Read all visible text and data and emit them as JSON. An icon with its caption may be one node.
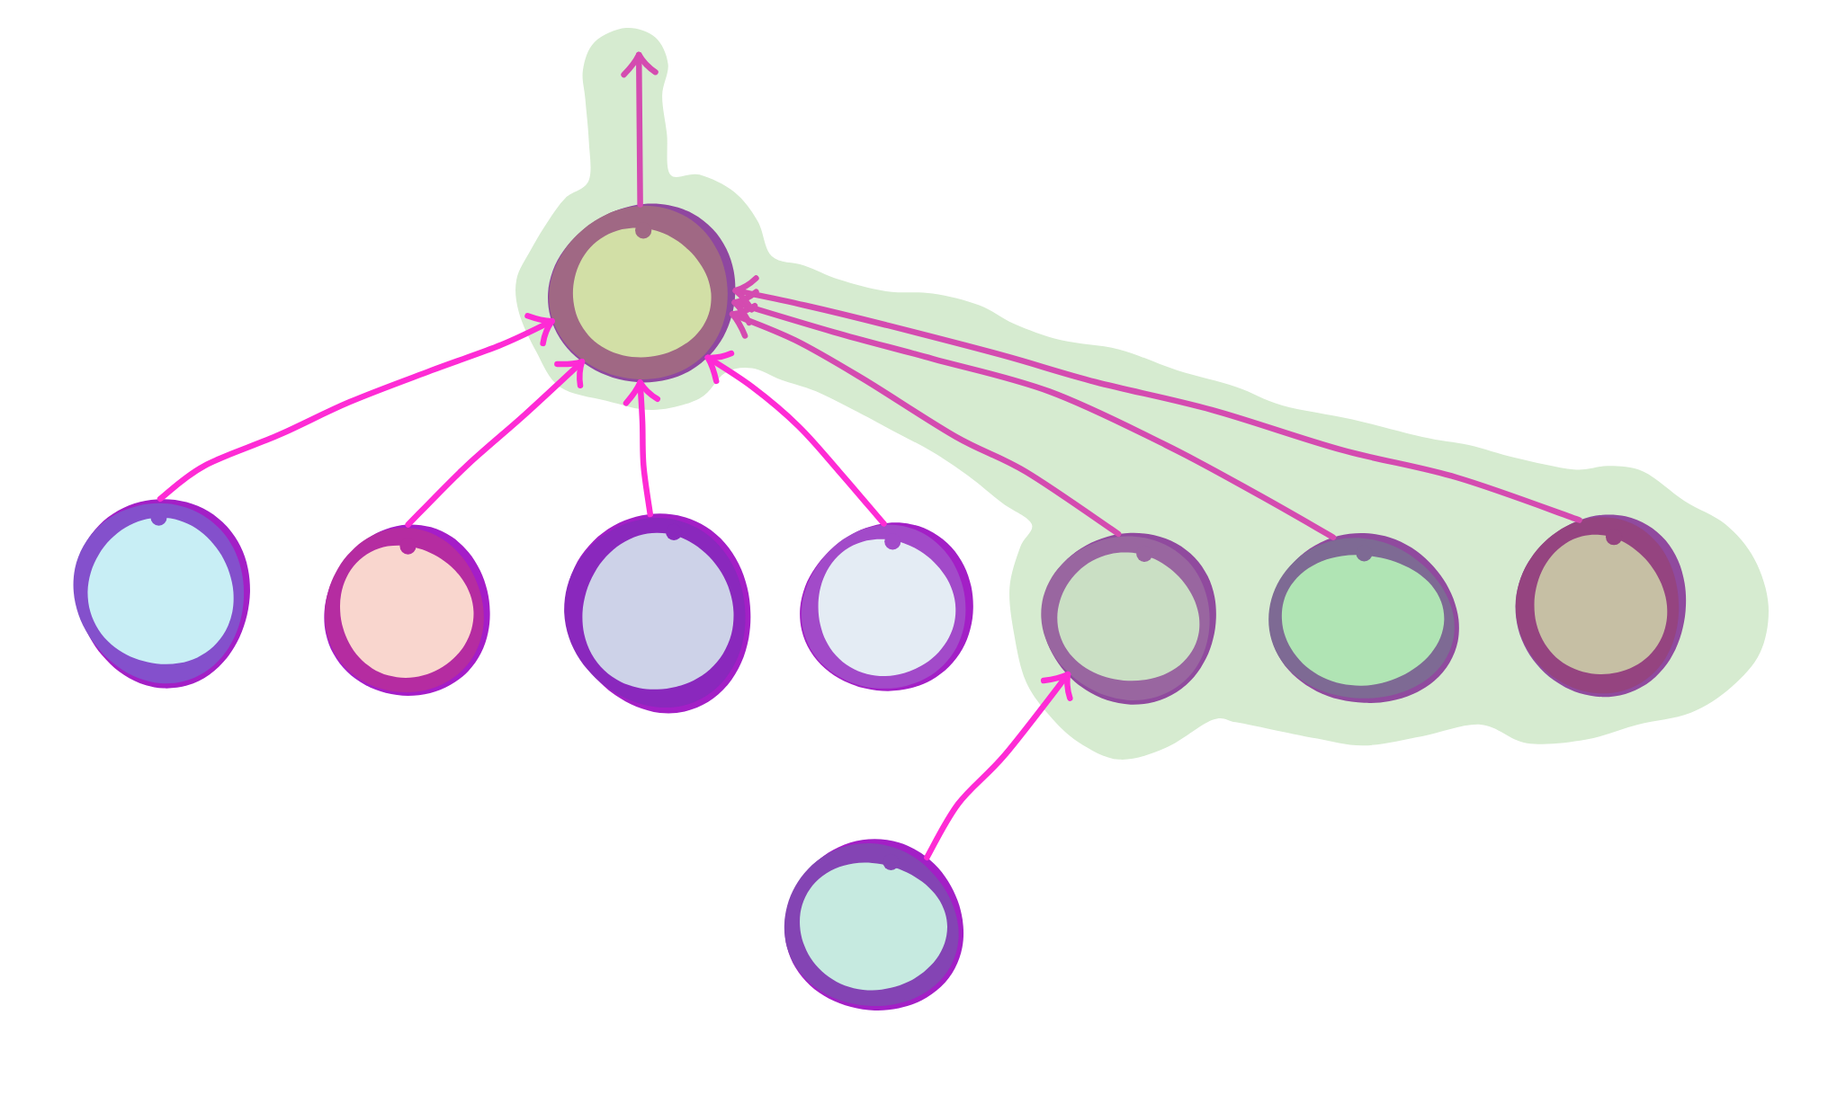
{
  "diagram": {
    "nodes": [
      {
        "text": [],
        "shape": "circle"
      },
      {
        "text": [],
        "shape": "circle"
      },
      {
        "text": [],
        "shape": "circle"
      },
      {
        "text": [],
        "shape": "circle"
      },
      {
        "text": [],
        "shape": "circle"
      },
      {
        "text": [],
        "shape": "circle"
      },
      {
        "text": [],
        "shape": "circle"
      },
      {
        "text": [],
        "shape": "circle"
      },
      {
        "text": [],
        "shape": "circle"
      }
    ],
    "edges": [
      {
        "from": 1,
        "to": 0,
        "arrow": "to"
      },
      {
        "from": 2,
        "to": 0,
        "arrow": "to"
      },
      {
        "from": 3,
        "to": 0,
        "arrow": "to"
      },
      {
        "from": 4,
        "to": 0,
        "arrow": "to"
      },
      {
        "from": 5,
        "to": 0,
        "arrow": "to",
        "color": "#d44bb0"
      },
      {
        "from": 6,
        "to": 0,
        "arrow": "to",
        "color": "#d44bb0"
      },
      {
        "from": 7,
        "to": 0,
        "arrow": "to",
        "color": "#d44bb0"
      },
      {
        "from": 8,
        "to": 5,
        "arrow": "to"
      },
      {
        "from": 0,
        "to": null,
        "arrow": "to",
        "color": "#d44bb0"
      }
    ]
  }
}
